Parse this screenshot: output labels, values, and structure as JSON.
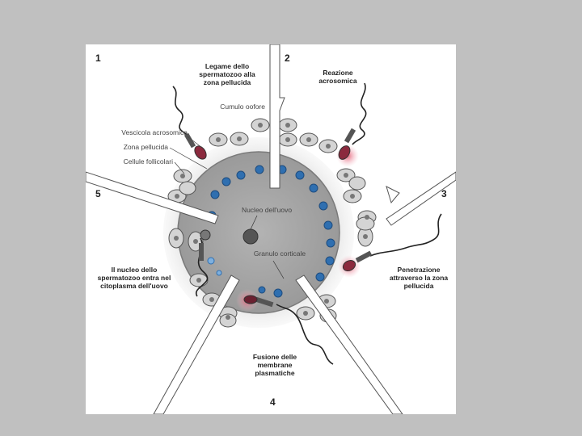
{
  "panel_numbers": [
    "1",
    "2",
    "3",
    "4",
    "5"
  ],
  "labels": {
    "legame": "Legame dello spermatozoo alla zona pellucida",
    "reazione": "Reazione acrosomica",
    "cumulo": "Cumulo oofore",
    "vescicola": "Vescicola acrosomica",
    "zona": "Zona pellucida",
    "cellule": "Cellule follicolari",
    "nucleo_uovo": "Nucleo dell'uovo",
    "granulo": "Granulo corticale",
    "penetrazione": "Penetrazione attraverso la zona pellucida",
    "fusione": "Fusione delle membrane plasmatiche",
    "nucleo_sperm": "Il nucleo dello spermatozoo entra nel citoplasma dell'uovo"
  },
  "colors": {
    "background": "#c0c0c0",
    "figure": "#ffffff",
    "zona_pellucida": "#dcdcdc",
    "egg": "#a9a9a9",
    "granule": "#2f6fb0",
    "acrosome_glow": "#e2536b",
    "follicle_cell": "#d4d4d4"
  }
}
